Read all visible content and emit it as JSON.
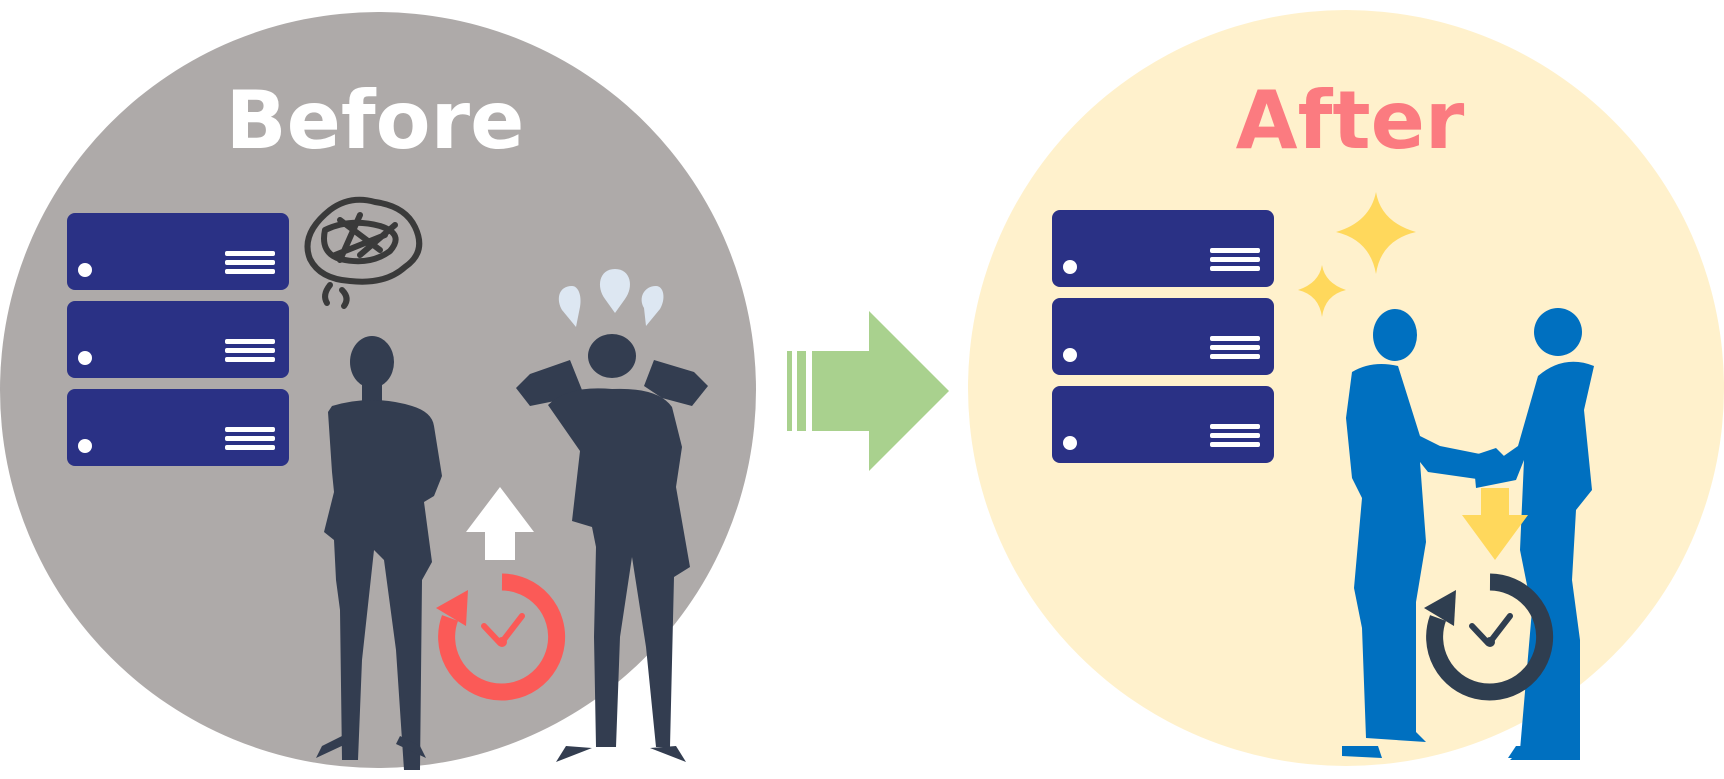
{
  "before": {
    "title": "Before",
    "colors": {
      "circle": "#aeaaa9",
      "title": "#ffffff",
      "server": "#2a3185",
      "person": "#333d50",
      "clock": "#fb5a57",
      "arrow": "#ffffff"
    },
    "servers": 3,
    "icons": [
      "server-icon",
      "tangle-thought-icon",
      "sweat-drop-icon",
      "businessman-icon",
      "frustrated-businessman-icon",
      "up-arrow-icon",
      "clock-reset-icon"
    ]
  },
  "after": {
    "title": "After",
    "colors": {
      "circle": "#fff1cc",
      "title": "#fb7b80",
      "server": "#2a3185",
      "person": "#0070c0",
      "clock": "#2f3e50",
      "arrow": "#ffd85c",
      "sparkle": "#ffd85c"
    },
    "servers": 3,
    "icons": [
      "server-icon",
      "sparkle-icon",
      "handshake-businessmen-icon",
      "down-arrow-icon",
      "clock-reset-icon"
    ]
  },
  "transition": {
    "icon": "right-arrow-icon",
    "color": "#a9d18e"
  }
}
